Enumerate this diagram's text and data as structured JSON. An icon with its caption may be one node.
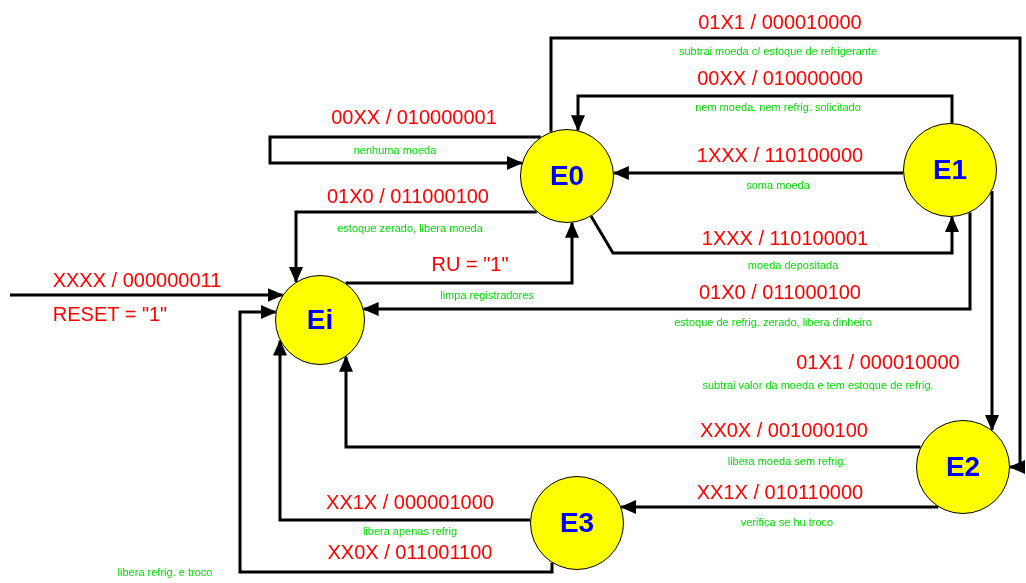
{
  "diagram": {
    "nodes": [
      {
        "text": [
          "E0"
        ]
      },
      {
        "text": [
          "E1"
        ]
      },
      {
        "text": [
          "Ei"
        ]
      },
      {
        "text": [
          "E2"
        ]
      },
      {
        "text": [
          "E3"
        ]
      }
    ],
    "edges": [
      {
        "from": 0,
        "to": 0,
        "arrow": "to",
        "label": "00XX / 010000001"
      },
      {
        "from": 0,
        "to": 3,
        "arrow": "to",
        "label": "01X1 / 000010000"
      },
      {
        "from": 1,
        "to": 0,
        "arrow": "to",
        "label": "00XX / 010000000"
      },
      {
        "from": 1,
        "to": 0,
        "arrow": "to",
        "label": "1XXX / 110100000"
      },
      {
        "from": 0,
        "to": 1,
        "arrow": "to",
        "label": "1XXX / 110100001"
      },
      {
        "from": 0,
        "to": 2,
        "arrow": "to",
        "label": "01X0 / 011000100"
      },
      {
        "from": 2,
        "to": 0,
        "arrow": "to",
        "label": "RU = \"1\""
      },
      {
        "from": null,
        "to": 2,
        "arrow": "to",
        "label": "XXXX / 000000011"
      },
      {
        "from": 1,
        "to": 2,
        "arrow": "to",
        "label": "01X0 / 011000100"
      },
      {
        "from": 1,
        "to": 3,
        "arrow": "to",
        "label": "01X1 / 000010000"
      },
      {
        "from": 3,
        "to": 2,
        "arrow": "to",
        "label": "XX0X / 001000100"
      },
      {
        "from": 3,
        "to": 4,
        "arrow": "to",
        "label": "XX1X / 010110000"
      },
      {
        "from": 4,
        "to": 2,
        "arrow": "to",
        "label": "XX1X / 000001000"
      },
      {
        "from": 4,
        "to": 2,
        "arrow": "to",
        "label": "XX0X / 011001100"
      }
    ],
    "labels": [
      "subtrai moeda c/ estoque de refrigerante",
      "nem moeda, nem refrig. solicitado",
      "nenhuma moeda",
      "soma moeda",
      "estoque zerado, libera moeda",
      "moeda depositada",
      "limpa registradores",
      "RESET = \"1\"",
      "estoque de refrig. zerado, libera dinheiro",
      "subtrai valor da moeda e tem estoque de refrig.",
      "libera moeda sem refrig.",
      "verifica se hu troco",
      "libera apenas refrig",
      "libera refrig. e troco"
    ]
  }
}
